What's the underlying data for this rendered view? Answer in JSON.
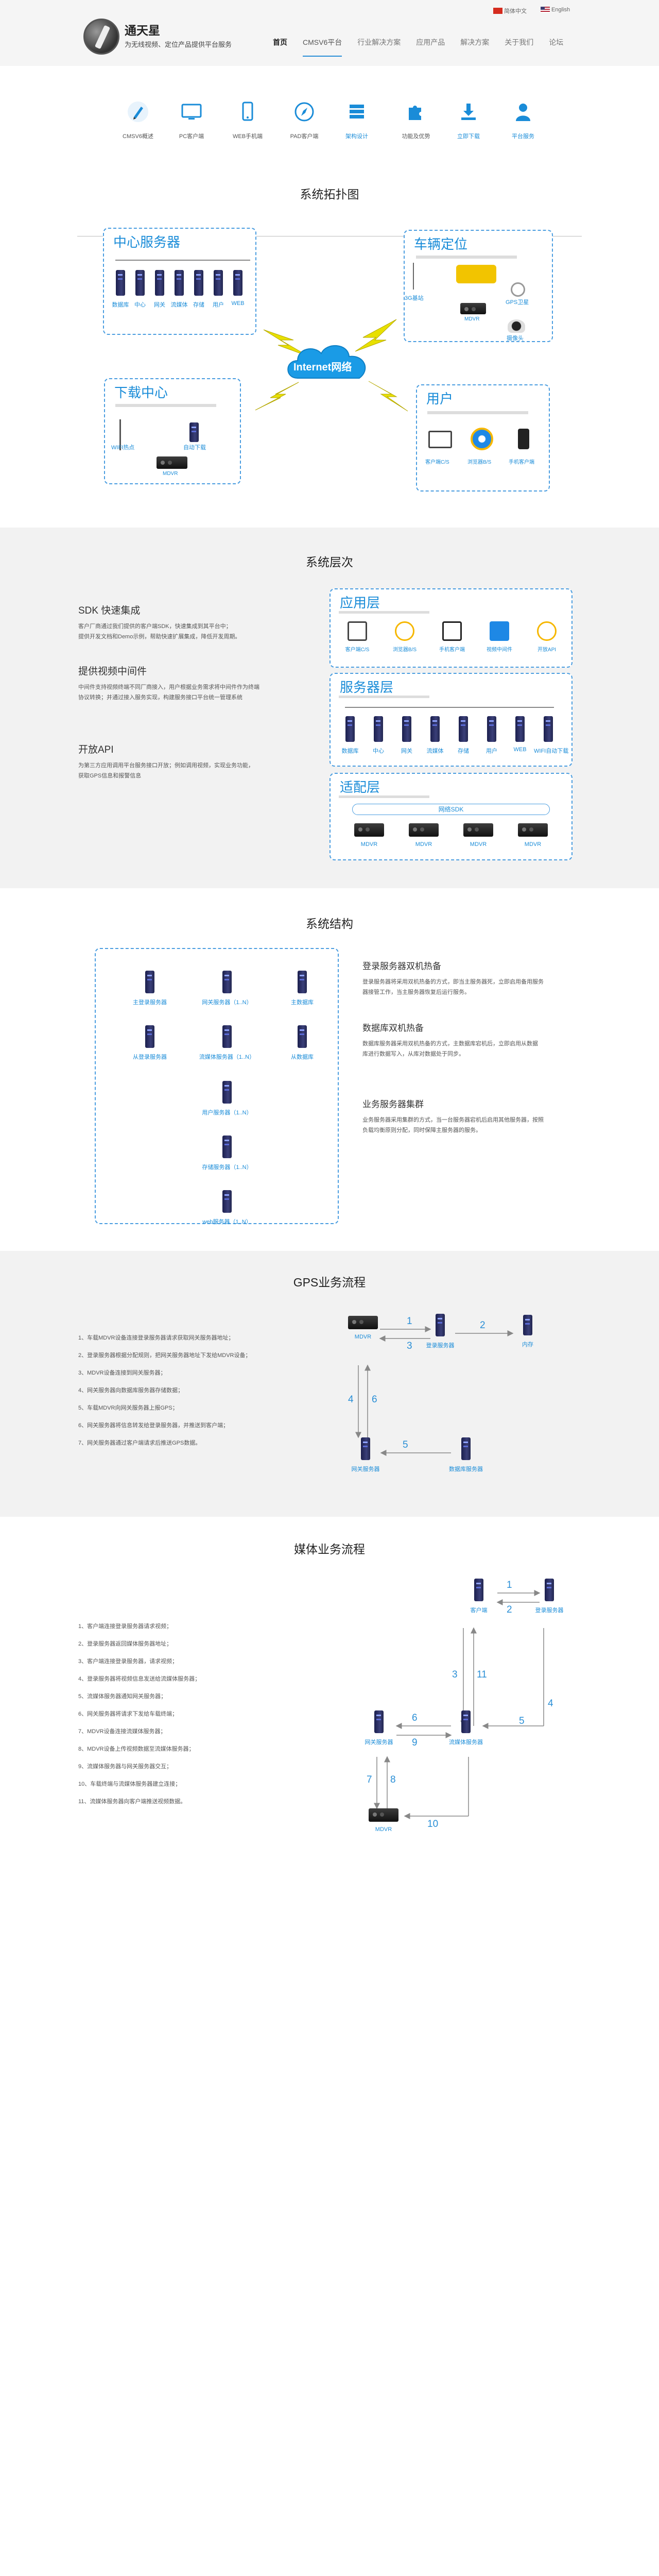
{
  "header": {
    "lang_cn": "简体中文",
    "lang_en": "English",
    "brand_name": "通天星",
    "brand_slogan": "为无线视频、定位产品提供平台服务",
    "nav": [
      "首页",
      "CMSV6平台",
      "行业解决方案",
      "应用产品",
      "解决方案",
      "关于我们",
      "论坛"
    ]
  },
  "subnav": {
    "items": [
      "CMSV6概述",
      "PC客户端",
      "WEB手机端",
      "PAD客户端",
      "架构设计",
      "功能及优势",
      "立即下载",
      "平台服务"
    ]
  },
  "topology": {
    "title": "系统拓扑图",
    "center_title": "中心服务器",
    "center_servers": [
      "数据库",
      "中心",
      "网关",
      "流媒体",
      "存储",
      "用户",
      "WEB"
    ],
    "vehicle_title": "车辆定位",
    "vehicle_labels": [
      "3G基站",
      "MDVR",
      "GPS卫星",
      "摄像头"
    ],
    "download_title": "下载中心",
    "download_labels": [
      "WIFI热点",
      "自动下载",
      "MDVR"
    ],
    "user_title": "用户",
    "user_labels": [
      "客户端C/S",
      "浏览器B/S",
      "手机客户端"
    ],
    "internet": "Internet网络"
  },
  "layers": {
    "title": "系统层次",
    "sdk_title": "SDK 快速集成",
    "sdk_text": [
      "客户厂商通过我们提供的客户端SDK，快速集成到其平台中；",
      "提供开发文档和Demo示例，帮助快速扩展集成，降低开发周期。"
    ],
    "mid_title": "提供视频中间件",
    "mid_text": [
      "中间件支持视频终端不同厂商接入，用户根据业务需求将中间件作为终端",
      "协议转换；并通过接入服务实现，构建服务接口平台统一管理系统"
    ],
    "api_title": "开放API",
    "api_text": [
      "为第三方应用调用平台服务接口开放；例如调用视频，实现业务功能，",
      "获取GPS信息和报警信息"
    ],
    "app_layer": "应用层",
    "app_items": [
      "客户端C/S",
      "浏览器B/S",
      "手机客户端",
      "视频中间件",
      "开放API"
    ],
    "service_layer": "服务器层",
    "service_items": [
      "数据库",
      "中心",
      "网关",
      "流媒体",
      "存储",
      "用户",
      "WEB",
      "WIFI自动下载"
    ],
    "adapt_layer": "适配层",
    "adapt_sdk": "网络SDK",
    "adapt_items": [
      "MDVR",
      "MDVR",
      "MDVR",
      "MDVR"
    ]
  },
  "structure": {
    "title": "系统结构",
    "nodes": [
      "主登录服务器",
      "网关服务器（1..N）",
      "主数据库",
      "从登录服务器",
      "流媒体服务器（1..N）",
      "从数据库",
      "用户服务器（1..N）",
      "存储服务器（1..N）",
      "web服务器（1..N）"
    ],
    "p1_title": "登录服务器双机热备",
    "p1_text": [
      "登录服务器将采用双机热备的方式，即当主服务器死，立即启用备用服务",
      "器接管工作，当主服务器恢复后运行服务。"
    ],
    "p2_title": "数据库双机热备",
    "p2_text": [
      "数据库服务器采用双机热备的方式，主数据库宕机后，立即启用从数据",
      "库进行数据写入，从库对数据处于同步。"
    ],
    "p3_title": "业务服务器集群",
    "p3_text": [
      "业务服务器采用集群的方式，当一台服务器宕机后启用其他服务器，按照",
      "负载均衡原则分配，同时保障主服务器的服务。"
    ]
  },
  "gps": {
    "title": "GPS业务流程",
    "steps": [
      "1、车载MDVR设备连接登录服务器请求获取网关服务器地址；",
      "2、登录服务器根据分配规则，把网关服务器地址下发给MDVR设备；",
      "3、MDVR设备连接到网关服务器；",
      "4、网关服务器向数据库服务器存储数据；",
      "5、车载MDVR向网关服务器上报GPS；",
      "6、网关服务器将信息转发给登录服务器，并推送到客户端；",
      "7、网关服务器通过客户端请求后推送GPS数据。"
    ],
    "nodes": [
      "MDVR",
      "登录服务器",
      "内存",
      "网关服务器",
      "数据库服务器"
    ],
    "arrows": [
      "1",
      "2",
      "3",
      "4",
      "5",
      "6"
    ]
  },
  "media": {
    "title": "媒体业务流程",
    "steps": [
      "1、客户端连接登录服务器请求视频；",
      "2、登录服务器返回媒体服务器地址；",
      "3、客户端连接登录服务器，请求视频；",
      "4、登录服务器将视频信息发送给流媒体服务器；",
      "5、流媒体服务器通知网关服务器；",
      "6、网关服务器将请求下发给车载终端；",
      "7、MDVR设备连接流媒体服务器；",
      "8、MDVR设备上传视频数据至流媒体服务器；",
      "9、流媒体服务器与网关服务器交互；",
      "10、车载终端与流媒体服务器建立连接；",
      "11、流媒体服务器向客户端推送视频数据。"
    ],
    "nodes": [
      "客户端",
      "登录服务器",
      "网关服务器",
      "流媒体服务器",
      "MDVR"
    ],
    "arrows": [
      "1",
      "2",
      "3",
      "11",
      "4",
      "5",
      "6",
      "9",
      "7",
      "8",
      "10"
    ]
  },
  "colors": {
    "accent": "#1a8cd8",
    "dashed": "#4a9de0",
    "band": "#f2f2f2",
    "lightning": "#e8e000"
  }
}
